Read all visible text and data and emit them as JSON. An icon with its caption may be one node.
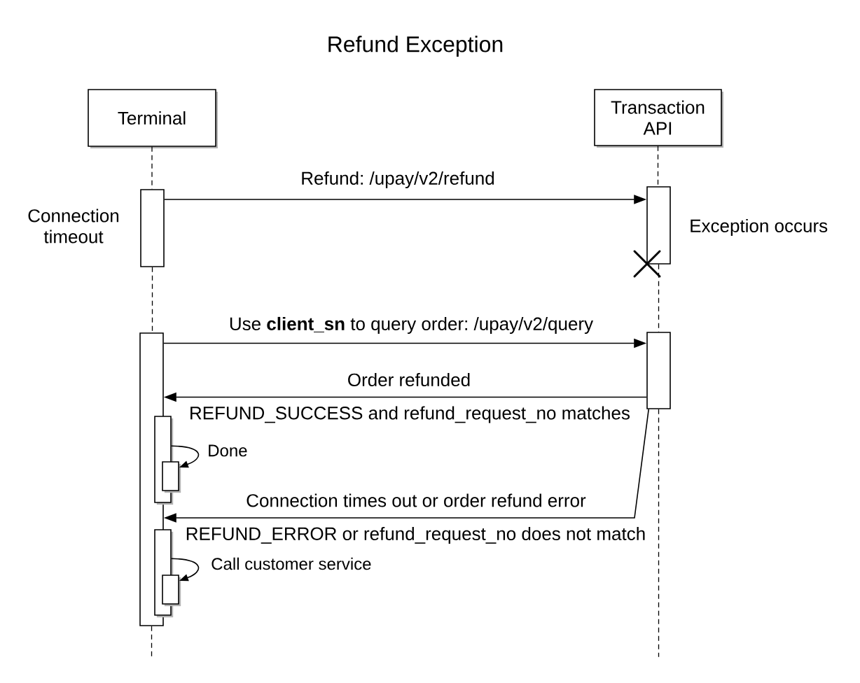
{
  "diagram": {
    "title": "Refund Exception",
    "nodes": [
      {
        "text": [
          "Terminal"
        ]
      },
      {
        "text": [
          "Transaction API"
        ]
      },
      {
        "text": [],
        "shape": "bar",
        "beside": [
          "Connection timeout"
        ]
      },
      {
        "text": [],
        "shape": "bar",
        "beside": [
          "Exception occurs"
        ]
      },
      {
        "text": [],
        "shape": "bar"
      },
      {
        "text": [],
        "shape": "bar"
      },
      {
        "text": [],
        "shape": "bar",
        "beside": [
          "REFUND_SUCCESS and refund_request_no matches"
        ]
      },
      {
        "text": [],
        "shape": "bar"
      },
      {
        "text": [],
        "shape": "bar",
        "beside": [
          "REFUND_ERROR or refund_request_no does not match"
        ]
      },
      {
        "text": [],
        "shape": "bar"
      }
    ],
    "edges": [
      {
        "from": 2,
        "to": 3,
        "arrow": "to",
        "label": "Refund: /upay/v2/refund"
      },
      {
        "from": 4,
        "to": 5,
        "arrow": "to",
        "label": "Use **client_sn** to query order: /upay/v2/query"
      },
      {
        "from": 5,
        "to": 4,
        "arrow": "to",
        "label": "Order refunded"
      },
      {
        "from": 6,
        "to": 7,
        "arrow": "to",
        "label": "Done"
      },
      {
        "from": 5,
        "to": 4,
        "arrow": "to",
        "label": "Connection times out or order refund error"
      },
      {
        "from": 8,
        "to": 9,
        "arrow": "to",
        "label": "Call customer service"
      },
      {
        "from": 0,
        "to": 2,
        "arrow": "none",
        "style": "dashed"
      },
      {
        "from": 2,
        "to": 4,
        "arrow": "none",
        "style": "dashed"
      },
      {
        "from": 4,
        "to": null,
        "arrow": "none",
        "style": "dashed"
      },
      {
        "from": 1,
        "to": 3,
        "arrow": "none",
        "style": "dashed"
      },
      {
        "from": 3,
        "to": 5,
        "arrow": "none",
        "style": "dashed"
      },
      {
        "from": 5,
        "to": null,
        "arrow": "none",
        "style": "dashed"
      }
    ]
  }
}
